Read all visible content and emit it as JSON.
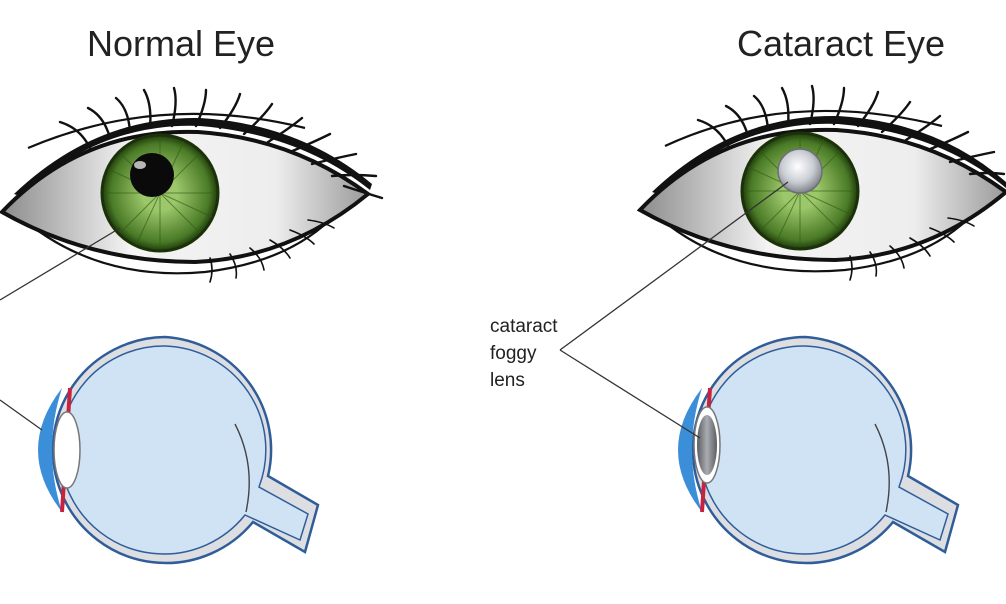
{
  "normal_panel": {
    "title": "Normal Eye",
    "iris_color": "#4a7a26",
    "pupil_color": "#0a0a0a",
    "lens_color": "#ffffff"
  },
  "cataract_panel": {
    "title": "Cataract Eye",
    "iris_color": "#4a7a26",
    "pupil_color": "#c9cdd3",
    "lens_color": "#8e9197",
    "label_lines": [
      "cataract",
      "foggy",
      "lens"
    ]
  },
  "colors": {
    "eyeball_fill": "#cfe3f5",
    "eyeball_stroke": "#2f5d9a",
    "sclera_band": "#dcdee2",
    "cornea": "#3b8fd8",
    "iris_section": "#c8233c",
    "lashes": "#111111",
    "leader_line": "#333333"
  }
}
